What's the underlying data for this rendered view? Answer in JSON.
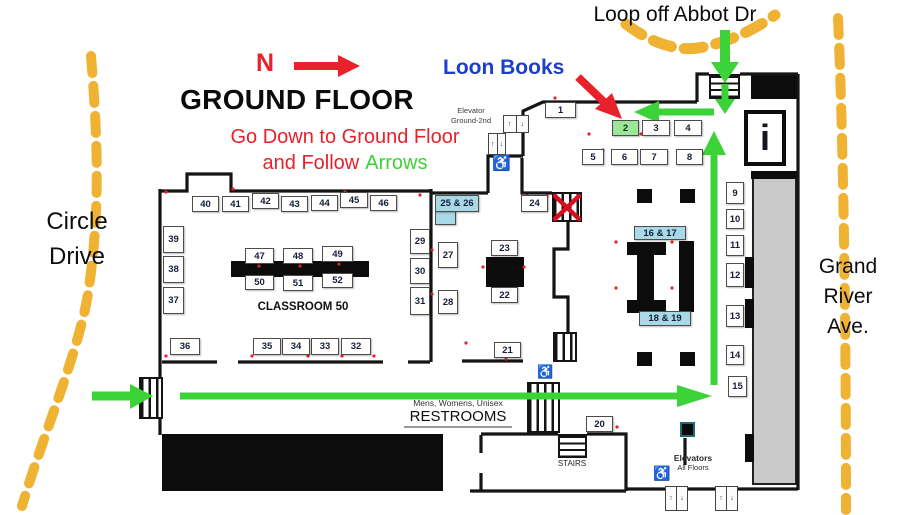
{
  "map": {
    "loop_street": "Loop off Abbot Dr",
    "loon_books": "Loon Books",
    "north_letter": "N",
    "title": "GROUND FLOOR",
    "instruction_line1": "Go Down to Ground Floor",
    "instruction_line2_red": "and Follow",
    "instruction_line2_green": "Arrows",
    "circle_drive_line1": "Circle",
    "circle_drive_line2": "Drive",
    "grand_river_line1": "Grand",
    "grand_river_line2": "River",
    "grand_river_line3": "Ave.",
    "classroom_label": "CLASSROOM 50",
    "restrooms_types": "Mens, Womens, Unisex",
    "restrooms_label": "RESTROOMS",
    "stairs_label": "STAIRS",
    "elevators_label_line1": "Elevators",
    "elevators_label_line2": "All Floors",
    "elevator_top_line1": "Elevator",
    "elevator_top_line2": "Ground-2nd",
    "info_symbol": "i"
  },
  "booths": {
    "b1": "1",
    "b2": "2",
    "b3": "3",
    "b4": "4",
    "b5": "5",
    "b6": "6",
    "b7": "7",
    "b8": "8",
    "b9": "9",
    "b10": "10",
    "b11": "11",
    "b12": "12",
    "b13": "13",
    "b14": "14",
    "b15": "15",
    "b16_17": "16 & 17",
    "b18_19": "18 & 19",
    "b20": "20",
    "b21": "21",
    "b22": "22",
    "b23": "23",
    "b24": "24",
    "b25_26": "25 & 26",
    "b27": "27",
    "b28": "28",
    "b29": "29",
    "b30": "30",
    "b31": "31",
    "b32": "32",
    "b33": "33",
    "b34": "34",
    "b35": "35",
    "b36": "36",
    "b37": "37",
    "b38": "38",
    "b39": "39",
    "b40": "40",
    "b41": "41",
    "b42": "42",
    "b43": "43",
    "b44": "44",
    "b45": "45",
    "b46": "46",
    "b47": "47",
    "b48": "48",
    "b49": "49",
    "b50": "50",
    "b51": "51",
    "b52": "52"
  },
  "icons": {
    "wheelchair": "♿",
    "elevator_up": "↑",
    "elevator_down": "↓"
  },
  "colors": {
    "arrow_green": "#3bd337",
    "arrow_red": "#e8212b",
    "road_yellow": "#f0b233",
    "booth_blue": "#a9d8e7",
    "booth_green": "#9ce69a",
    "loon_blue": "#1c3ecb",
    "gray_wall": "#c9c9c9",
    "wall_black": "#151515"
  }
}
